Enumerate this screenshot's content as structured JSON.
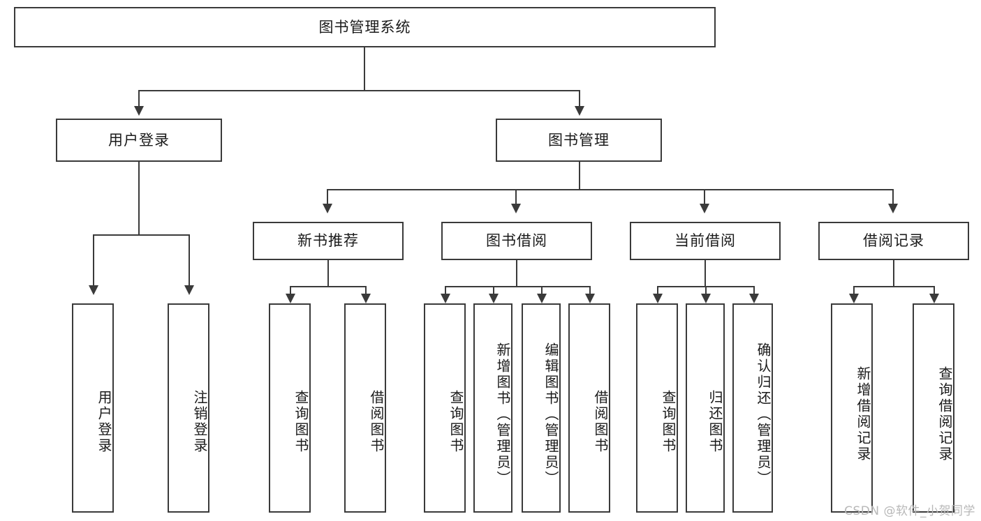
{
  "diagram": {
    "title": "图书管理系统",
    "watermark": "CSDN @软件_小贺同学",
    "root": {
      "label": "图书管理系统"
    },
    "level2": [
      {
        "label": "用户登录"
      },
      {
        "label": "图书管理"
      }
    ],
    "level3": [
      {
        "label": "新书推荐"
      },
      {
        "label": "图书借阅"
      },
      {
        "label": "当前借阅"
      },
      {
        "label": "借阅记录"
      }
    ],
    "leaves": {
      "user_login": [
        {
          "label": "用户登录"
        },
        {
          "label": "注销登录"
        }
      ],
      "new_book_recommend": [
        {
          "label": "查询图书"
        },
        {
          "label": "借阅图书"
        }
      ],
      "book_borrow": [
        {
          "label": "查询图书"
        },
        {
          "label": "新增图书（管理员）"
        },
        {
          "label": "编辑图书（管理员）"
        },
        {
          "label": "借阅图书"
        }
      ],
      "current_borrow": [
        {
          "label": "查询图书"
        },
        {
          "label": "归还图书"
        },
        {
          "label": "确认归还（管理员）"
        }
      ],
      "borrow_record": [
        {
          "label": "新增借阅记录"
        },
        {
          "label": "查询借阅记录"
        }
      ]
    },
    "colors": {
      "stroke": "#3a3a3a",
      "background": "#ffffff",
      "text": "#1a1a1a",
      "watermark": "#b8b8b8"
    }
  }
}
